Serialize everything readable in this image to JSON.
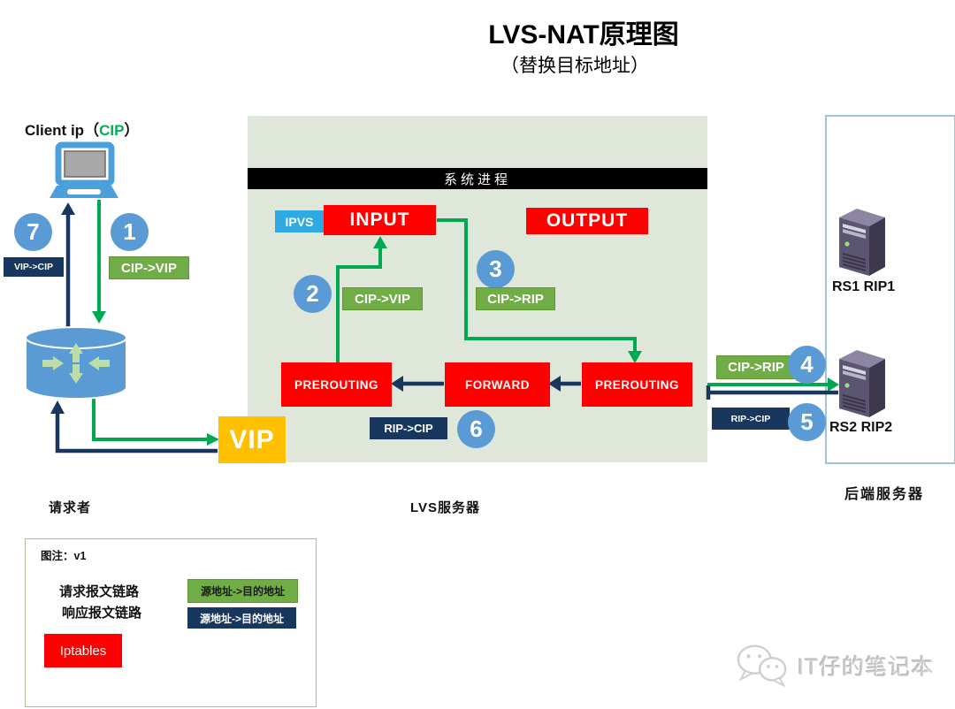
{
  "title": {
    "main": "LVS-NAT原理图",
    "subtitle": "（替换目标地址）"
  },
  "colors": {
    "request_green": "#00A850",
    "response_navy": "#17375E",
    "label_green": "#70AD47",
    "chain_red": "#FF0000",
    "step_blue": "#5B9BD5",
    "ipvs_blue": "#2FA9E1",
    "vip_orange": "#FFC000",
    "panel_green": "#DFE7DA",
    "bar_black": "#000000",
    "panel_border_blue": "#9CC2E5",
    "legend_border": "#A9C08C"
  },
  "client": {
    "label_prefix": "Client ip",
    "paren_open": "（",
    "label_cip": "CIP",
    "paren_close": "）",
    "area_label": "请求者"
  },
  "steps": {
    "s1": {
      "num": "1",
      "label": "CIP->VIP"
    },
    "s2": {
      "num": "2",
      "label": "CIP->VIP"
    },
    "s3": {
      "num": "3",
      "label": "CIP->RIP"
    },
    "s4": {
      "num": "4",
      "label": "CIP->RIP"
    },
    "s5": {
      "num": "5",
      "label": "RIP->CIP"
    },
    "s6": {
      "num": "6",
      "label": "RIP->CIP"
    },
    "s7": {
      "num": "7",
      "label": "VIP->CIP"
    }
  },
  "lvs": {
    "area_label": "LVS服务器",
    "process_bar": "系统进程",
    "ipvs": "IPVS",
    "vip": "VIP",
    "chains": {
      "input": "INPUT",
      "output": "OUTPUT",
      "prerouting_left": "PREROUTING",
      "forward": "FORWARD",
      "prerouting_right": "PREROUTING"
    }
  },
  "backend": {
    "area_label": "后端服务器",
    "servers": [
      {
        "label": "RS1 RIP1"
      },
      {
        "label": "RS2 RIP2"
      }
    ]
  },
  "legend": {
    "title": "图注：v1",
    "request_label": "请求报文链路",
    "response_label": "响应报文链路",
    "request_box": "源地址->目的地址",
    "response_box": "源地址->目的地址",
    "iptables": "Iptables"
  },
  "watermark": {
    "text": "IT仔的笔记本"
  }
}
